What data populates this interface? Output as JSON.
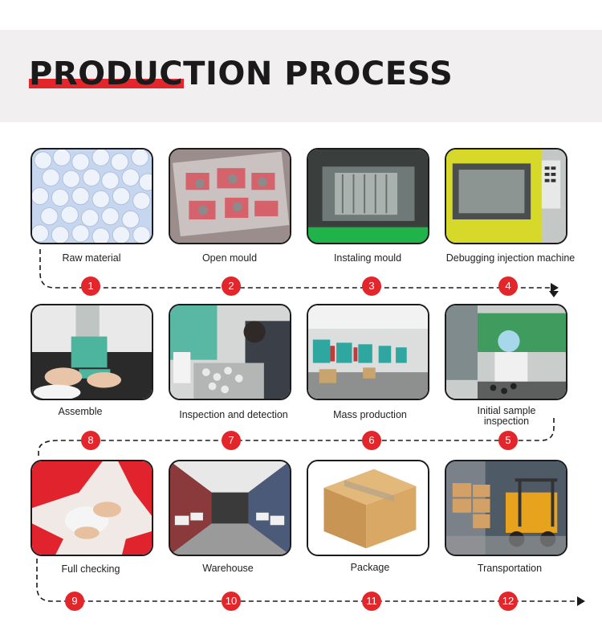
{
  "header": {
    "title": "PRODUCTION PROCESS"
  },
  "steps": [
    {
      "num": "1",
      "label": "Raw material"
    },
    {
      "num": "2",
      "label": "Open mould"
    },
    {
      "num": "3",
      "label": "Instaling mould"
    },
    {
      "num": "4",
      "label": "Debugging injection machine"
    },
    {
      "num": "5",
      "label": "Initial sample inspection"
    },
    {
      "num": "6",
      "label": "Mass production"
    },
    {
      "num": "7",
      "label": "Inspection and detection"
    },
    {
      "num": "8",
      "label": "Assemble"
    },
    {
      "num": "9",
      "label": "Full checking"
    },
    {
      "num": "10",
      "label": "Warehouse"
    },
    {
      "num": "11",
      "label": "Package"
    },
    {
      "num": "12",
      "label": "Transportation"
    }
  ],
  "colors": {
    "accent": "#e3262b",
    "header_bg": "#f1efef",
    "text": "#1a1a1a"
  }
}
